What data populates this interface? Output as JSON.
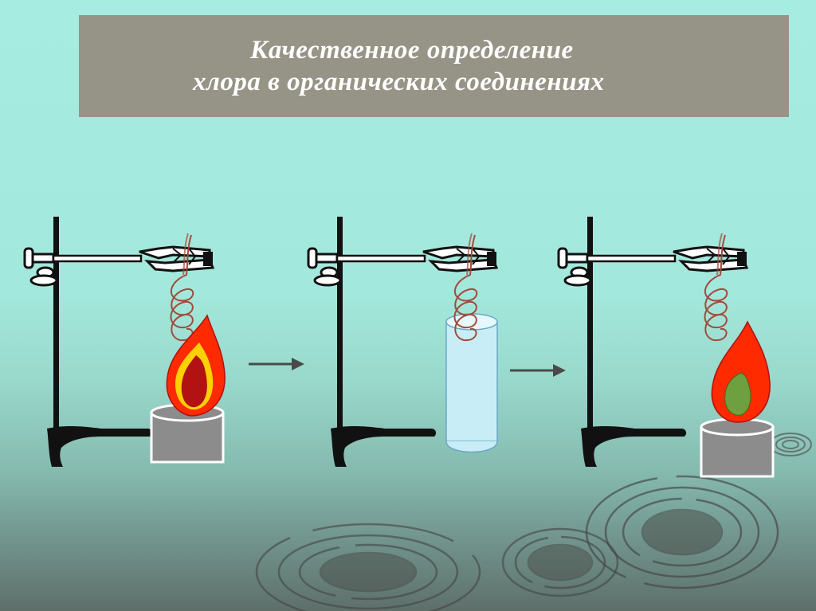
{
  "title": {
    "line1": "Качественное определение",
    "line2": "хлора в органических соединениях"
  },
  "colors": {
    "title_bg": "#969487",
    "flame_outer": "#ff2a00",
    "flame_inner_red": "#b21212",
    "flame_inner_green": "#6fa040",
    "flame_yellow": "#ffd000",
    "burner": "#8c8c8c",
    "tube_fill": "#c9edf7",
    "wire": "#a24a3a",
    "stand": "#111111",
    "arrow": "#4a4a4a"
  },
  "steps": [
    {
      "name": "heating-wire-in-flame",
      "vessel": "burner",
      "flame_core": "red"
    },
    {
      "name": "dipping-wire-in-tube",
      "vessel": "test-tube",
      "flame_core": "none"
    },
    {
      "name": "flame-test-green",
      "vessel": "burner",
      "flame_core": "green"
    }
  ]
}
